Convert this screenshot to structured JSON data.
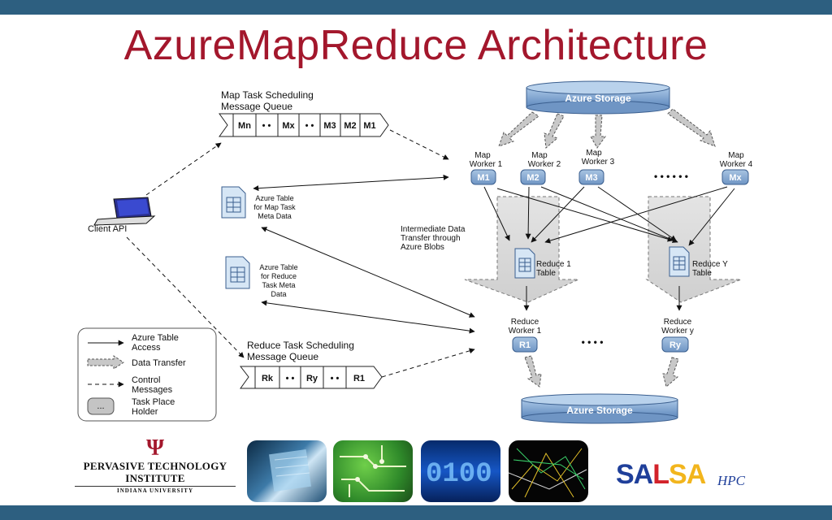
{
  "slide": {
    "title": "AzureMapReduce Architecture"
  },
  "diagram": {
    "azure_storage_top": "Azure Storage",
    "azure_storage_bottom": "Azure Storage",
    "map_queue_label_line1": "Map Task Scheduling",
    "map_queue_label_line2": "Message Queue",
    "map_queue_cells": [
      "Mn",
      "• •",
      "Mx",
      "• •",
      "M3",
      "M2",
      "M1"
    ],
    "reduce_queue_label_line1": "Reduce Task Scheduling",
    "reduce_queue_label_line2": "Message Queue",
    "reduce_queue_cells": [
      "Rk",
      "• •",
      "Ry",
      "• •",
      "R1"
    ],
    "client_api": "Client API",
    "map_table_lines": [
      "Azure Table",
      "for Map Task",
      "Meta Data"
    ],
    "reduce_table_lines": [
      "Azure Table",
      "for Reduce",
      "Task Meta",
      "Data"
    ],
    "intermediate_lines": [
      "Intermediate Data",
      "Transfer through",
      "Azure Blobs"
    ],
    "map_workers": [
      {
        "line1": "Map",
        "line2": "Worker 1",
        "badge": "M1"
      },
      {
        "line1": "Map",
        "line2": "Worker 2",
        "badge": "M2"
      },
      {
        "line1": "Map",
        "line2": "Worker 3",
        "badge": "M3"
      },
      {
        "line1": "Map",
        "line2": "Worker 4",
        "badge": "Mx"
      }
    ],
    "map_dots": "• • • • • •",
    "reduce_table_1_lines": [
      "Reduce 1",
      "Table"
    ],
    "reduce_table_y_lines": [
      "Reduce Y",
      "Table"
    ],
    "reduce_workers": [
      {
        "line1": "Reduce",
        "line2": "Worker 1",
        "badge": "R1"
      },
      {
        "line1": "Reduce",
        "line2": "Worker y",
        "badge": "Ry"
      }
    ],
    "reduce_dots": "• • • •"
  },
  "legend": {
    "azure_table_access_line1": "Azure Table",
    "azure_table_access_line2": "Access",
    "data_transfer": "Data Transfer",
    "control_messages_line1": "Control",
    "control_messages_line2": "Messages",
    "placeholder_symbol": "...",
    "task_place_holder_line1": "Task Place",
    "task_place_holder_line2": "Holder"
  },
  "footer": {
    "pti_mark": "Ψ",
    "pti_line1": "PERVASIVE TECHNOLOGY",
    "pti_line2": "INSTITUTE",
    "pti_line3": "INDIANA UNIVERSITY",
    "salsa_part1": "SA",
    "salsa_part2": "L",
    "salsa_part3": "SA",
    "hpc": "HPC"
  }
}
